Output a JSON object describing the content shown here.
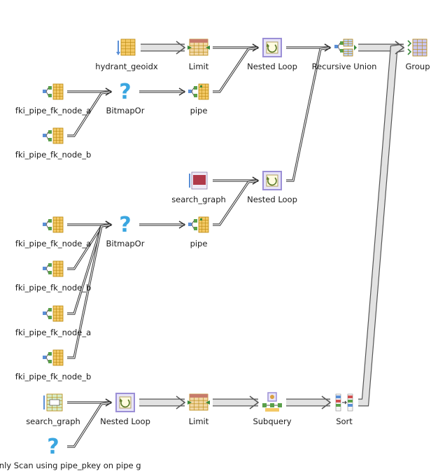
{
  "colors": {
    "thin_arrow": "#333333",
    "thick_arrow_fill": "#e2e2e2",
    "thick_arrow_stroke": "#555555",
    "grid_icon": "#f3c966",
    "grid_lines": "#b8860b",
    "question_icon": "#3aa6e0",
    "loop_icon": "#9b8fd6",
    "limit_icon": "#c77b6b",
    "blue_node": "#5b8fd6",
    "green_node": "#5aa04a"
  },
  "nodes": [
    {
      "id": "n1",
      "icon": "index-scan-icon",
      "label": "hydrant_geoidx"
    },
    {
      "id": "n2",
      "icon": "limit-icon",
      "label": "Limit"
    },
    {
      "id": "n3",
      "icon": "nested-loop-icon",
      "label": "Nested Loop"
    },
    {
      "id": "n4",
      "icon": "recursive-union-icon",
      "label": "Recursive Union"
    },
    {
      "id": "n5",
      "icon": "group-icon",
      "label": "Group"
    },
    {
      "id": "n6",
      "icon": "bitmap-index-scan-icon",
      "label": "fki_pipe_fk_node_a"
    },
    {
      "id": "n7",
      "icon": "bitmap-or-icon",
      "label": "BitmapOr"
    },
    {
      "id": "n8",
      "icon": "bitmap-heap-scan-icon",
      "label": "pipe"
    },
    {
      "id": "n9",
      "icon": "bitmap-index-scan-icon",
      "label": "fki_pipe_fk_node_b"
    },
    {
      "id": "n10",
      "icon": "worktable-scan-icon",
      "label": "search_graph"
    },
    {
      "id": "n11",
      "icon": "nested-loop-icon",
      "label": "Nested Loop"
    },
    {
      "id": "n12",
      "icon": "bitmap-index-scan-icon",
      "label": "fki_pipe_fk_node_a"
    },
    {
      "id": "n13",
      "icon": "bitmap-or-icon",
      "label": "BitmapOr"
    },
    {
      "id": "n14",
      "icon": "bitmap-heap-scan-icon",
      "label": "pipe"
    },
    {
      "id": "n15",
      "icon": "bitmap-index-scan-icon",
      "label": "fki_pipe_fk_node_b"
    },
    {
      "id": "n16",
      "icon": "bitmap-index-scan-icon",
      "label": "fki_pipe_fk_node_a"
    },
    {
      "id": "n17",
      "icon": "bitmap-index-scan-icon",
      "label": "fki_pipe_fk_node_b"
    },
    {
      "id": "n18",
      "icon": "cte-scan-icon",
      "label": "search_graph"
    },
    {
      "id": "n19",
      "icon": "index-only-scan-icon",
      "label": "Index Only Scan using pipe_pkey on pipe g"
    },
    {
      "id": "n20",
      "icon": "nested-loop-icon",
      "label": "Nested Loop"
    },
    {
      "id": "n21",
      "icon": "limit-icon",
      "label": "Limit"
    },
    {
      "id": "n22",
      "icon": "subquery-icon",
      "label": "Subquery"
    },
    {
      "id": "n23",
      "icon": "sort-icon",
      "label": "Sort"
    }
  ],
  "edges": [
    {
      "from": "n1",
      "to": "n2",
      "thick": true
    },
    {
      "from": "n2",
      "to": "n3",
      "thick": false
    },
    {
      "from": "n8",
      "to": "n3",
      "thick": false
    },
    {
      "from": "n3",
      "to": "n4",
      "thick": false
    },
    {
      "from": "n11",
      "to": "n4",
      "thick": false
    },
    {
      "from": "n4",
      "to": "n5",
      "thick": true
    },
    {
      "from": "n23",
      "to": "n5",
      "thick": true
    },
    {
      "from": "n6",
      "to": "n7",
      "thick": false
    },
    {
      "from": "n9",
      "to": "n7",
      "thick": false
    },
    {
      "from": "n7",
      "to": "n8",
      "thick": false
    },
    {
      "from": "n10",
      "to": "n11",
      "thick": false
    },
    {
      "from": "n14",
      "to": "n11",
      "thick": false
    },
    {
      "from": "n12",
      "to": "n13",
      "thick": false
    },
    {
      "from": "n15",
      "to": "n13",
      "thick": false
    },
    {
      "from": "n16",
      "to": "n13",
      "thick": false
    },
    {
      "from": "n17",
      "to": "n13",
      "thick": false
    },
    {
      "from": "n13",
      "to": "n14",
      "thick": false
    },
    {
      "from": "n18",
      "to": "n20",
      "thick": false
    },
    {
      "from": "n19",
      "to": "n20",
      "thick": false
    },
    {
      "from": "n20",
      "to": "n21",
      "thick": true
    },
    {
      "from": "n21",
      "to": "n22",
      "thick": true
    },
    {
      "from": "n22",
      "to": "n23",
      "thick": true
    }
  ]
}
